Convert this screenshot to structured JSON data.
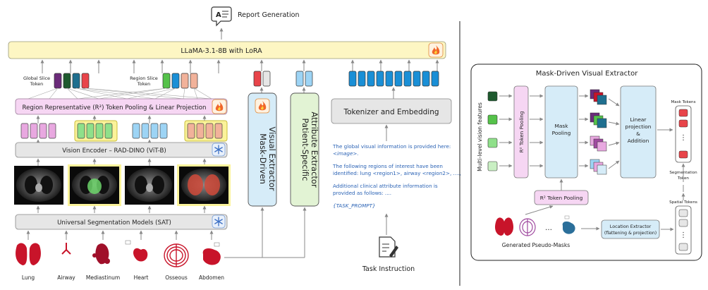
{
  "top": {
    "report_generation": "Report Generation",
    "llama": "LLaMA-3.1-8B with LoRA"
  },
  "left": {
    "global_slice_token": [
      "Global Slice",
      "Token"
    ],
    "region_slice_token": [
      "Region Slice",
      "Token"
    ],
    "r2_pooling": "Region Representative (R²) Token Pooling & Linear Projection",
    "vision_encoder": "Vision Encoder – RAD-DINO (ViT-B)",
    "sat": "Universal Segmentation Models (SAT)",
    "organs": [
      "Lung",
      "Airway",
      "Mediastinum",
      "Heart",
      "Osseous",
      "Abdomen"
    ]
  },
  "middle": {
    "mask_extractor": [
      "Mask-Driven",
      "Visual Extractor"
    ],
    "patient_extractor": [
      "Patient-Specific",
      "Attribute Extractor"
    ],
    "tokenizer": "Tokenizer and Embedding",
    "prompt_lines": [
      "The global visual information is provided here:",
      "<image>.",
      "The following regions of interest have been",
      "identified: lung <region1>, airway <region2>, ....,",
      "Additional clinical attribute information is",
      "provided as follows: ....",
      "{TASK_PROMPT}"
    ],
    "task_instruction": "Task Instruction"
  },
  "right": {
    "title": "Mask-Driven Visual Extractor",
    "multi_level": "Multi-level vision features",
    "r2_token_pooling_v": "R² Token Pooling",
    "mask_pooling": [
      "Mask",
      "Pooling"
    ],
    "linear": [
      "Linear",
      "projection",
      "&",
      "Addition"
    ],
    "mask_tokens": "Mask Tokens",
    "segmentation_token": [
      "Segmentation",
      "Token"
    ],
    "spatial_tokens": "Spatial Tokens",
    "r2_token_pooling_h": "R² Token Pooling",
    "generated_masks": "Generated Pseudo-Masks",
    "location_extractor": [
      "Location Extractor",
      "(flattening & projection)"
    ]
  },
  "colors": {
    "llama_bg": "#fdf6c3",
    "r2_bg": "#f6d6f3",
    "gray_box": "#e6e6e6",
    "mask_ext_bg": "#d6ecf8",
    "patient_bg": "#e2f3d4",
    "purple_token": "#6b2b7a",
    "green_token": "#2d9a4a",
    "teal_token": "#1f6f8f",
    "blue_token": "#1a8fd6",
    "red_token": "#e8444a",
    "light_green_token": "#8fe08a",
    "salmon_token": "#f2b29a",
    "light_blue_token": "#9dd4f5",
    "pink_token": "#e8a8e0"
  },
  "icons": [
    "chat-document-icon",
    "fire-icon",
    "snowflake-icon",
    "document-pen-icon"
  ]
}
